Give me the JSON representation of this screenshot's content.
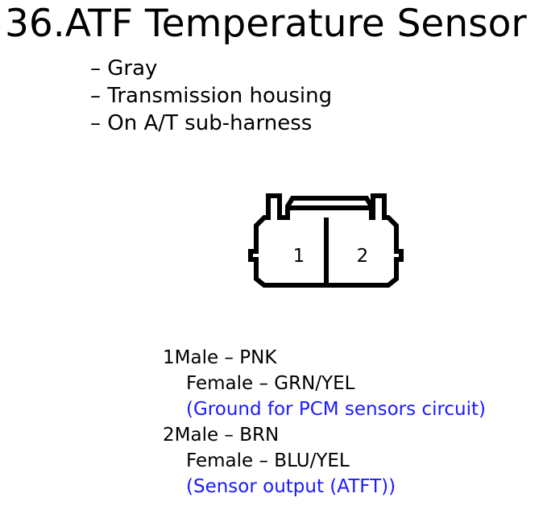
{
  "title": "36.ATF Temperature Sensor",
  "properties": [
    "– Gray",
    "– Transmission housing",
    "– On A/T sub-harness"
  ],
  "connector": {
    "pin_labels": [
      "1",
      "2"
    ]
  },
  "pins": [
    {
      "number": "1",
      "male": "Male – PNK",
      "female": "Female – GRN/YEL",
      "description": "(Ground for PCM sensors circuit)"
    },
    {
      "number": "2",
      "male": "Male – BRN",
      "female": "Female – BLU/YEL",
      "description": "(Sensor output (ATFT))"
    }
  ],
  "colors": {
    "description": "#1a1aff"
  }
}
